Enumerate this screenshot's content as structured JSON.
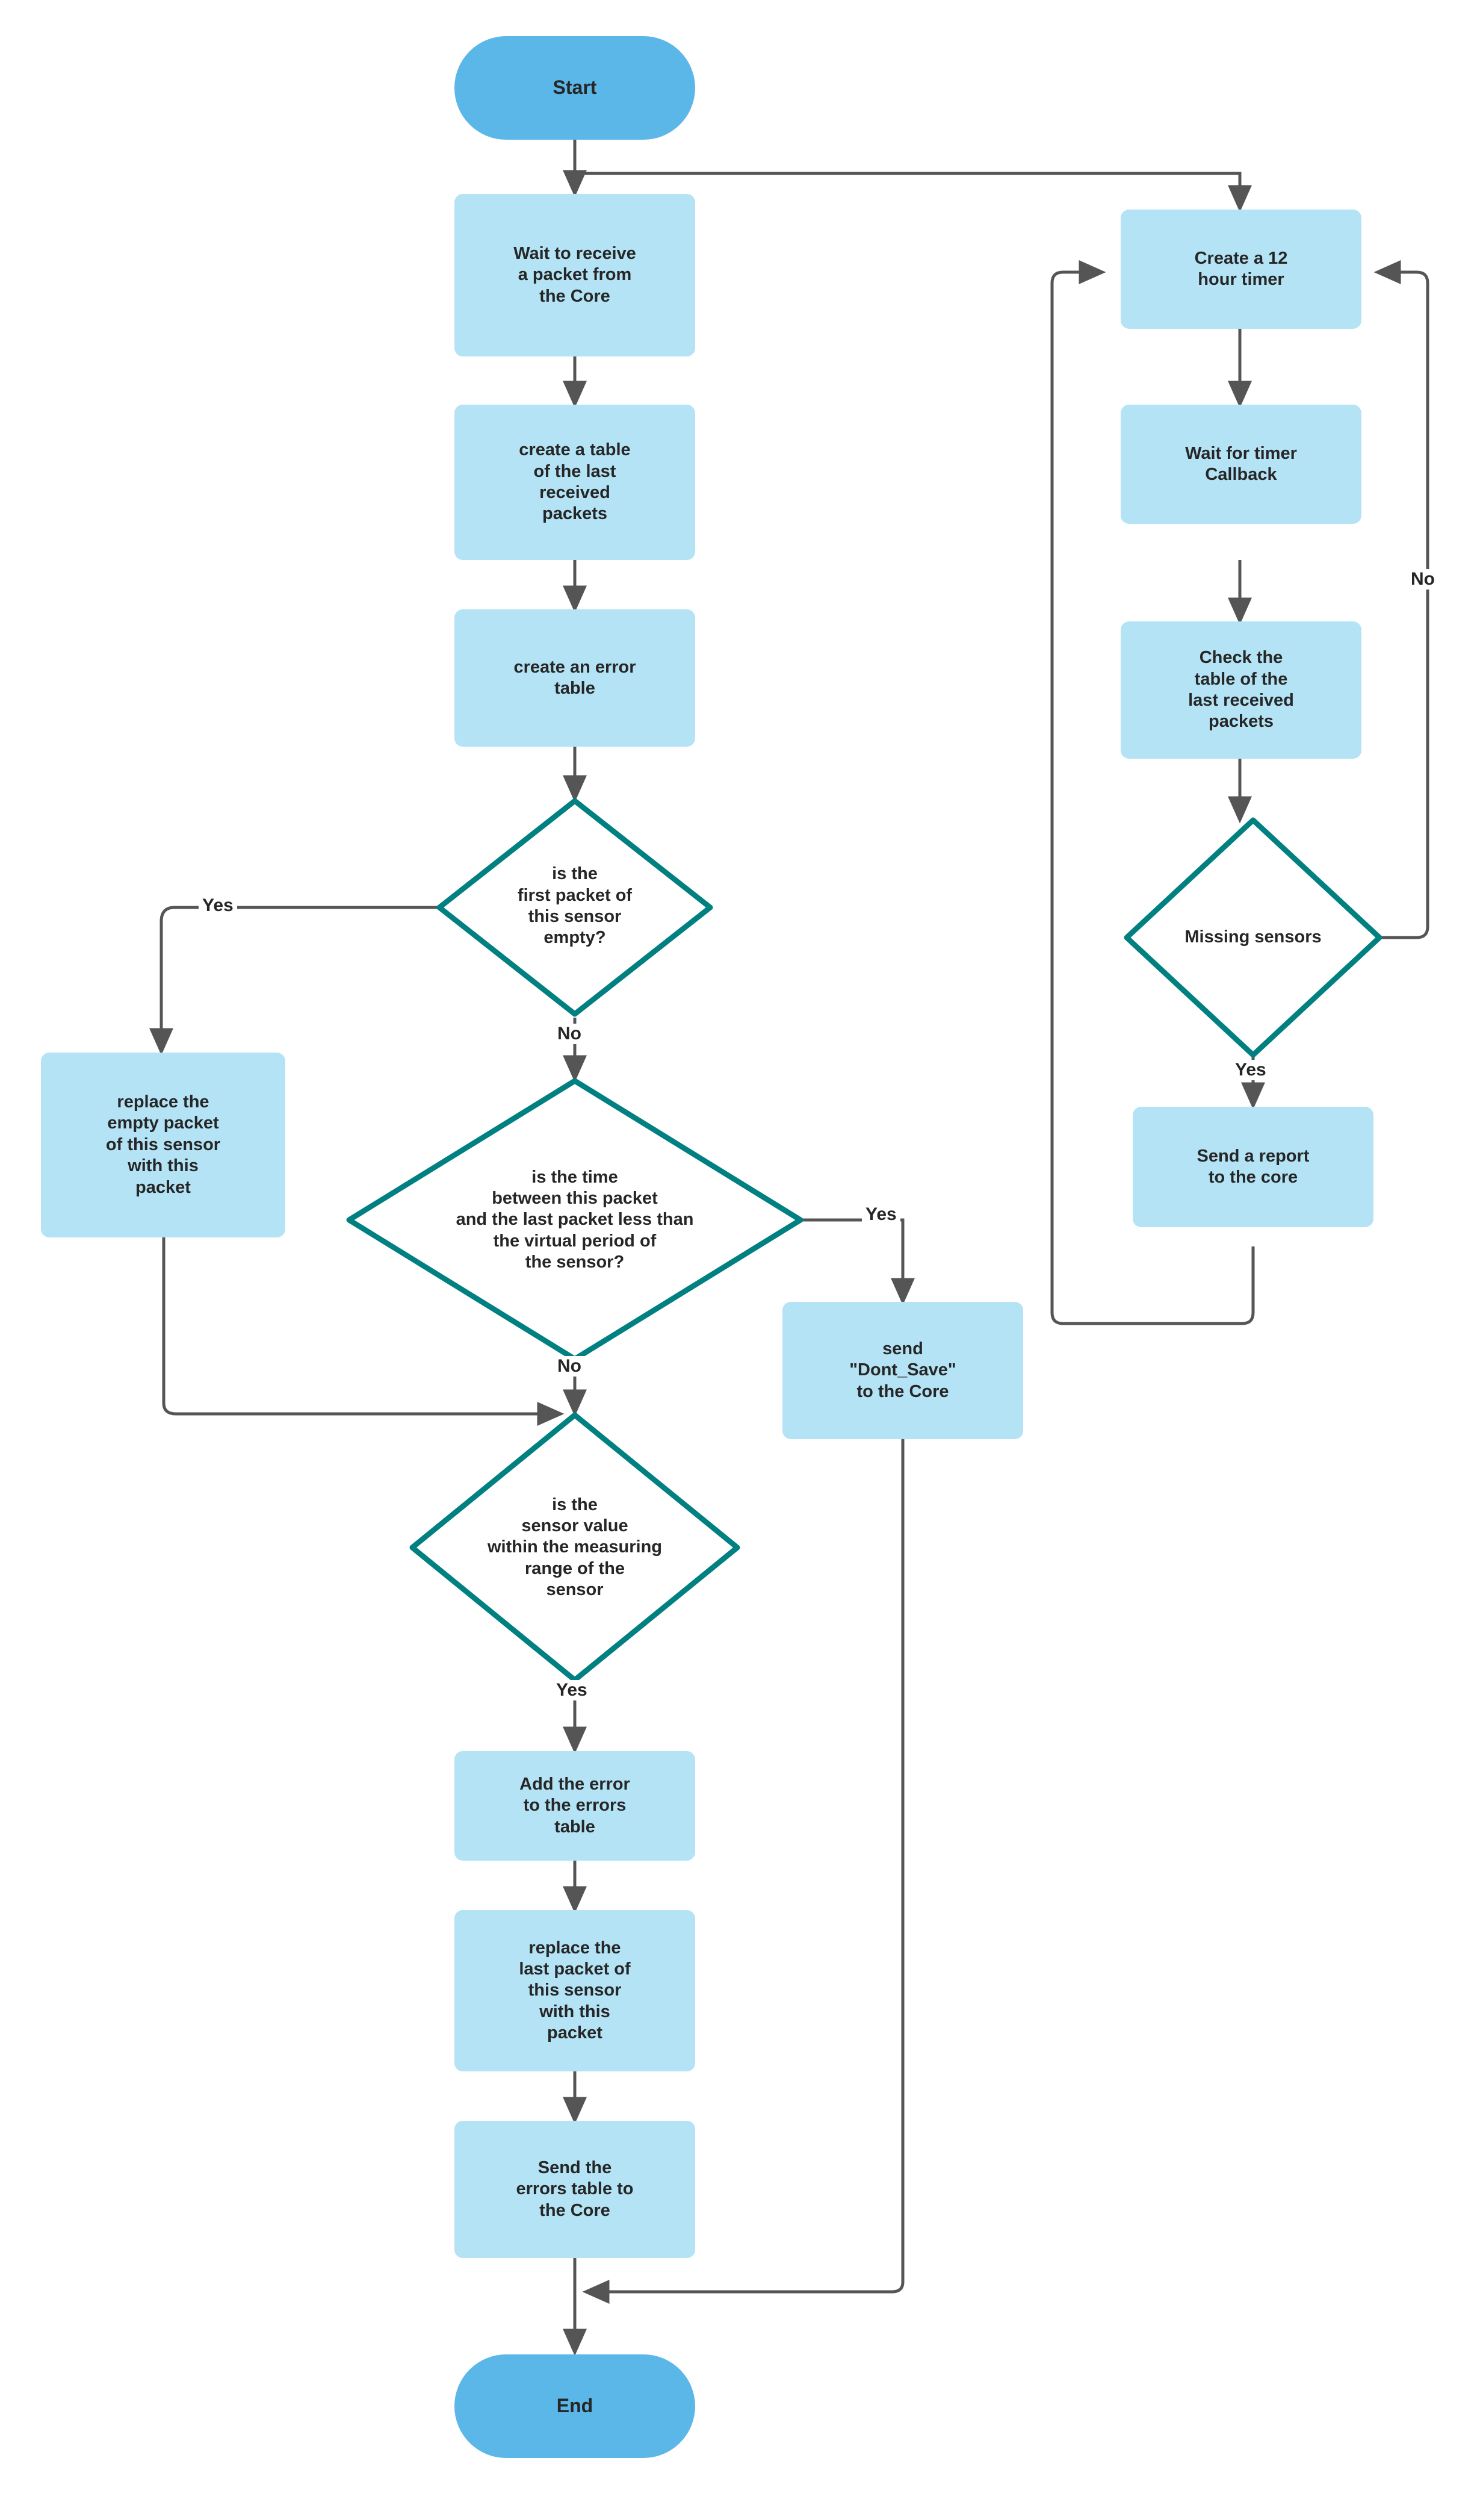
{
  "diagram": {
    "title": "Sensor packet validation and missing-sensor monitoring flowchart",
    "colors": {
      "process_fill": "#b3e3f5",
      "terminator_fill": "#5bb7e8",
      "decision_stroke": "#008080",
      "edge_stroke": "#555555",
      "text": "#262626"
    },
    "nodes": {
      "start": "Start",
      "wait_packet": "Wait to receive\na packet from\nthe Core",
      "create_table": "create a table\nof the last\nreceived\npackets",
      "create_error_table": "create an error\ntable",
      "dec_first_empty": "is the\nfirst packet of\nthis sensor\nempty?",
      "replace_empty": "replace the\nempty  packet\nof this sensor\nwith this\npacket",
      "dec_time_period": "is the time\nbetween this packet\nand the last packet less than\nthe virtual period of\nthe sensor?",
      "send_dont_save": "send\n\"Dont_Save\"\nto the Core",
      "dec_in_range": "is the\nsensor value\nwithin the measuring\nrange of the\nsensor",
      "add_error": "Add the error\nto the errors\ntable",
      "replace_last": "replace the\nlast packet of\nthis sensor\nwith this\npacket",
      "send_errors": "Send the\nerrors table  to\nthe Core",
      "end": "End",
      "create_timer": "Create a 12\nhour timer",
      "wait_callback": "Wait for timer\nCallback",
      "check_table": "Check  the\ntable of the\nlast received\npackets",
      "dec_missing": "Missing sensors",
      "send_report": "Send a report\nto the core"
    },
    "edge_labels": {
      "first_empty_yes": "Yes",
      "first_empty_no": "No",
      "time_period_yes": "Yes",
      "time_period_no": "No",
      "in_range_yes": "Yes",
      "missing_yes": "Yes",
      "missing_no": "No"
    }
  }
}
